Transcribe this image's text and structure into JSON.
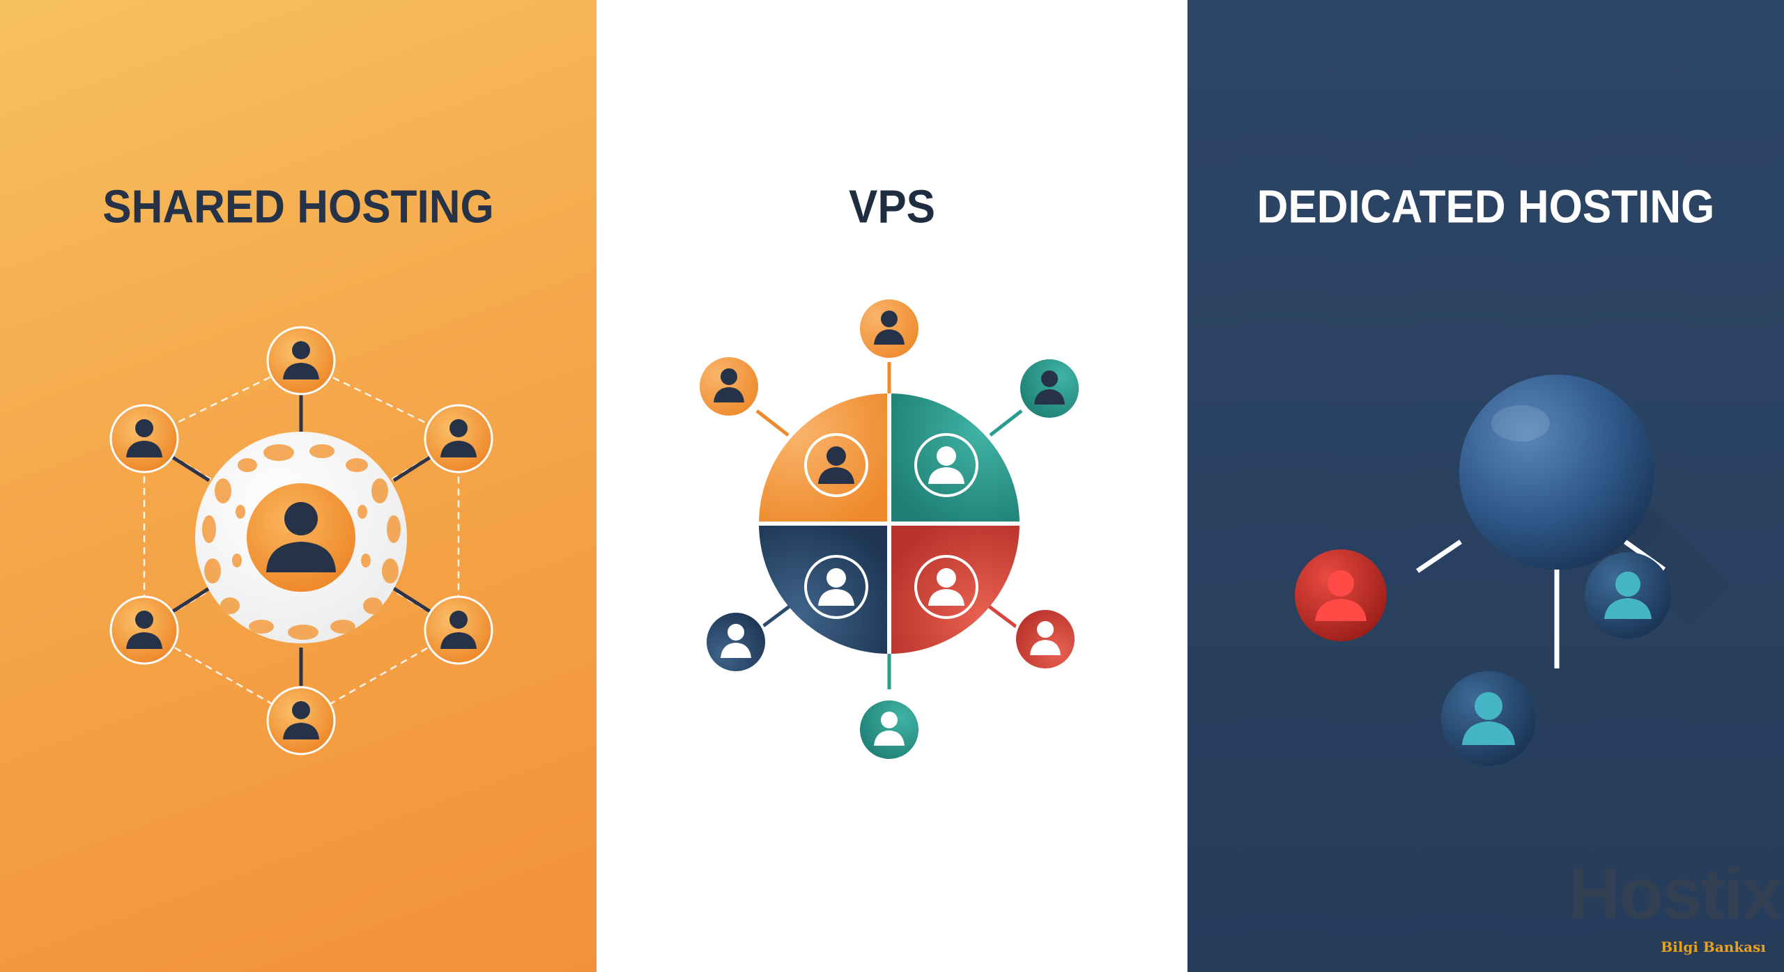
{
  "panels": {
    "shared": {
      "title": "SHARED HOSTING",
      "color": "#f5a74a"
    },
    "vps": {
      "title": "VPS",
      "color": "#ffffff"
    },
    "dedicated": {
      "title": "DEDICATED HOSTING",
      "color": "#2a4160"
    }
  },
  "icons": {
    "shared": [
      "user-icon",
      "user-icon",
      "user-icon",
      "user-icon",
      "user-icon",
      "user-icon",
      "user-icon"
    ],
    "vps": [
      "user-icon",
      "user-icon",
      "user-icon",
      "user-icon",
      "user-icon",
      "user-icon",
      "user-icon",
      "user-icon"
    ],
    "dedicated": [
      "server-sphere-icon",
      "user-icon",
      "user-icon",
      "user-icon"
    ]
  },
  "colors": {
    "orange": "#f39a3a",
    "teal": "#2a9d8f",
    "red": "#d6453d",
    "navy": "#2c4a6b",
    "dark_text": "#263247"
  },
  "watermark": {
    "brand": "Hostixo",
    "sub": "Bilgi Bankası"
  }
}
